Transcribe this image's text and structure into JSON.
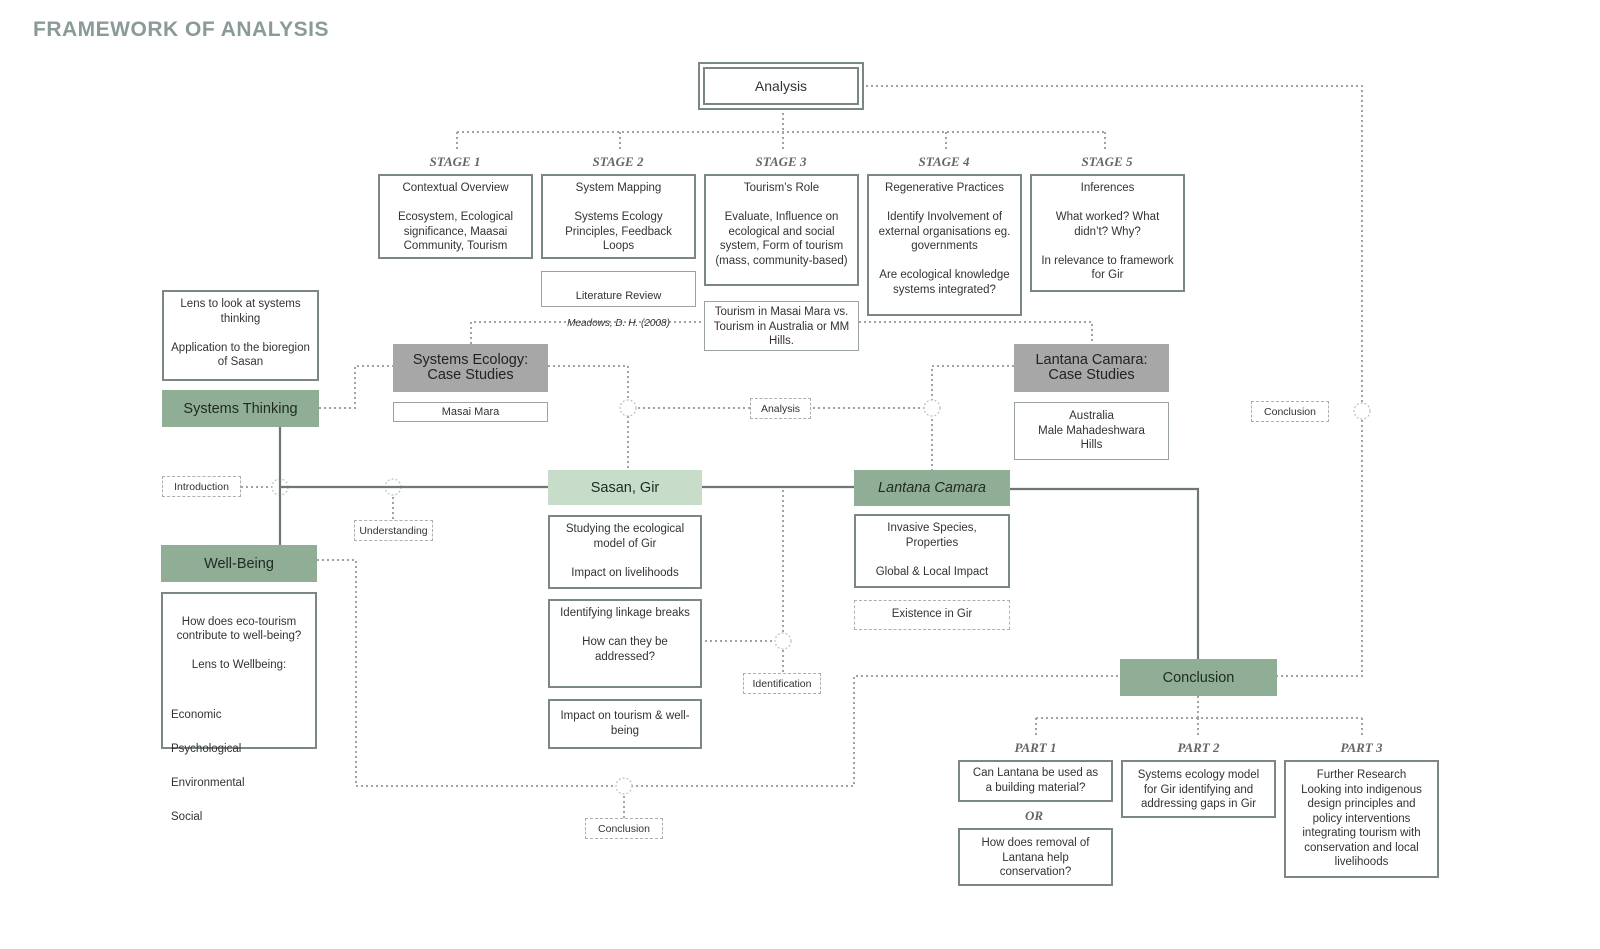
{
  "title": "FRAMEWORK OF ANALYSIS",
  "analysis": "Analysis",
  "stages": [
    {
      "label": "STAGE 1",
      "text": "Contextual Overview\n\nEcosystem, Ecological significance, Maasai Community, Tourism"
    },
    {
      "label": "STAGE 2",
      "text": "System Mapping\n\nSystems Ecology Principles, Feedback Loops"
    },
    {
      "label": "STAGE 3",
      "text": "Tourism’s Role\n\nEvaluate, Influence on ecological and social system, Form of tourism (mass, community-based)"
    },
    {
      "label": "STAGE 4",
      "text": "Regenerative Practices\n\nIdentify Involvement of external organisations eg. governments\n\nAre ecological knowledge systems integrated?"
    },
    {
      "label": "STAGE 5",
      "text": "Inferences\n\nWhat worked? What didn’t? Why?\n\nIn relevance to framework for Gir"
    }
  ],
  "literature_review": {
    "title": "Literature Review",
    "citation": "Meadows, D. H. (2008)"
  },
  "tourism_compare": "Tourism in Masai Mara vs. Tourism in Australia or MM Hills.",
  "lens_systems": "Lens to look at systems thinking\n\nApplication to the bioregion of Sasan",
  "systems_thinking": "Systems Thinking",
  "systems_ecology": "Systems Ecology:\nCase Studies",
  "masai_mara": "Masai Mara",
  "lantana_cs": "Lantana Camara:\nCase Studies",
  "lantana_cs_places": "Australia\nMale Mahadeshwara Hills",
  "conclusion_tag_right": "Conclusion",
  "analysis_tag": "Analysis",
  "introduction_tag": "Introduction",
  "understanding_tag": "Understanding",
  "sasan_gir": "Sasan, Gir",
  "lantana_camara": "Lantana Camara",
  "well_being": "Well-Being",
  "wellbeing_box": "How does eco-tourism contribute to well-being?\n\nLens to Wellbeing:",
  "wellbeing_list": [
    "Economic",
    "Psychological",
    "Environmental",
    "Social"
  ],
  "gir_boxes": [
    "Studying the ecological model of Gir\n\nImpact on livelihoods",
    "Identifying linkage breaks\n\nHow can they be addressed?",
    "Impact on tourism & well-being"
  ],
  "lantana_box": "Invasive Species, Properties\n\nGlobal & Local Impact",
  "existence": "Existence in Gir",
  "identification_tag": "Identification",
  "conclusion_tag_bottom": "Conclusion",
  "conclusion": "Conclusion",
  "parts": [
    {
      "label": "PART 1",
      "text": "Can Lantana be used as a building material?"
    },
    {
      "label": "PART 2",
      "text": "Systems ecology model for Gir identifying and addressing gaps in Gir"
    },
    {
      "label": "PART 3",
      "text": "Further Research Looking into indigenous design principles and policy interventions integrating tourism with conservation and local livelihoods"
    }
  ],
  "or": "OR",
  "part1_alt": "How does removal of Lantana help conservation?",
  "colors": {
    "green_dark": "#8fae95",
    "green_light": "#c7dcc9",
    "grey": "#a7a7a7",
    "border": "#7b8785"
  }
}
